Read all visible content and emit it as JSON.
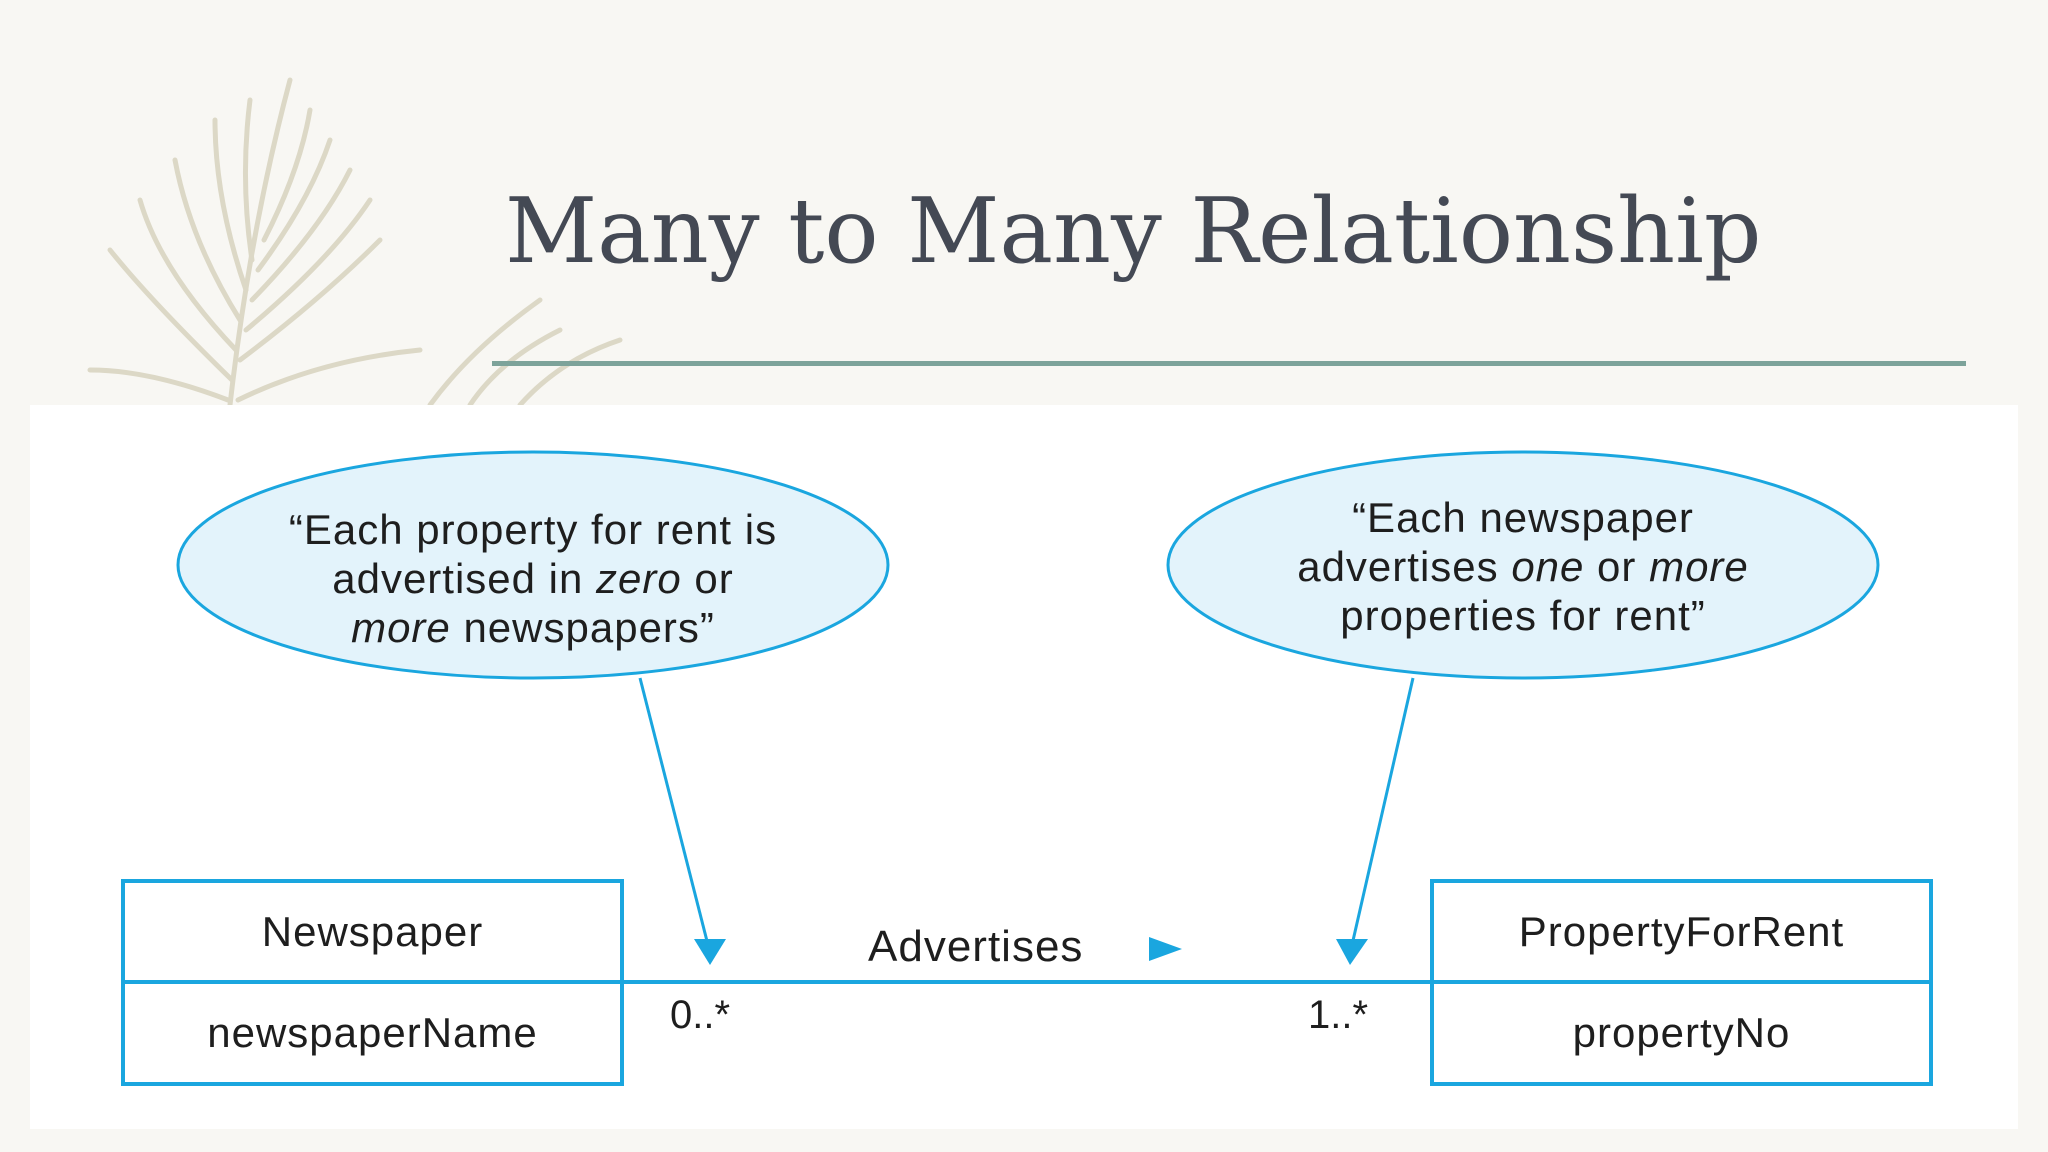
{
  "slide": {
    "title": "Many to Many Relationship"
  },
  "diagram": {
    "colors": {
      "line": "#1aa6df",
      "bubble_fill": "#e3f3fb",
      "text": "#1e1e1e",
      "title": "#444954",
      "rule": "#7da39a",
      "background": "#f8f7f3"
    },
    "left_note": {
      "line1": "“Each property for rent is",
      "line2_a": "advertised in ",
      "line2_b": "zero",
      "line2_c": " or",
      "line3_a": "more",
      "line3_b": " newspapers”"
    },
    "right_note": {
      "line1": "“Each newspaper",
      "line2_a": "advertises ",
      "line2_b": "one",
      "line2_c": " or ",
      "line2_d": "more",
      "line3": "properties for rent”"
    },
    "left_entity": {
      "name": "Newspaper",
      "attribute": "newspaperName"
    },
    "right_entity": {
      "name": "PropertyForRent",
      "attribute": "propertyNo"
    },
    "association": {
      "label": "Advertises",
      "direction_icon": "triangle-right-icon",
      "left_multiplicity": "0..*",
      "right_multiplicity": "1..*"
    }
  }
}
